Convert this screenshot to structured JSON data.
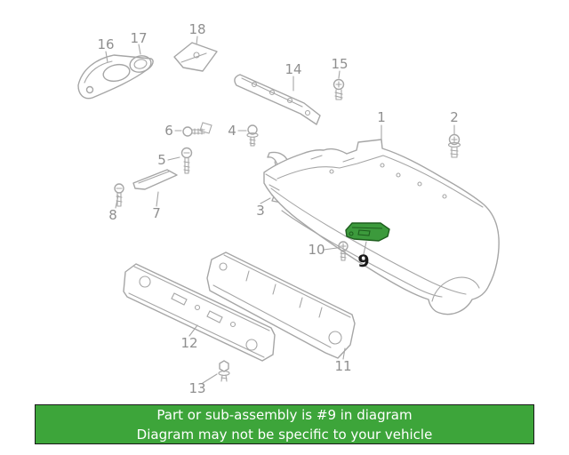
{
  "banner": {
    "line1": "Part or sub-assembly is #9 in diagram",
    "line2": "Diagram may not be specific to your vehicle"
  },
  "diagram": {
    "highlighted_part": "9",
    "labels": [
      {
        "part": "1",
        "text": "1"
      },
      {
        "part": "2",
        "text": "2"
      },
      {
        "part": "3",
        "text": "3"
      },
      {
        "part": "4",
        "text": "4"
      },
      {
        "part": "5",
        "text": "5"
      },
      {
        "part": "6",
        "text": "6"
      },
      {
        "part": "7",
        "text": "7"
      },
      {
        "part": "8",
        "text": "8"
      },
      {
        "part": "9",
        "text": "9"
      },
      {
        "part": "10",
        "text": "10"
      },
      {
        "part": "11",
        "text": "11"
      },
      {
        "part": "12",
        "text": "12"
      },
      {
        "part": "13",
        "text": "13"
      },
      {
        "part": "14",
        "text": "14"
      },
      {
        "part": "15",
        "text": "15"
      },
      {
        "part": "16",
        "text": "16"
      },
      {
        "part": "17",
        "text": "17"
      },
      {
        "part": "18",
        "text": "18"
      }
    ]
  },
  "colors": {
    "line_color": "#a6a6a6",
    "label_color": "#8f8f8f",
    "highlight_fill": "#3c9a3c",
    "highlight_stroke": "#1e5e1e",
    "banner_bg": "#3da53a",
    "banner_text": "#ffffff",
    "banner_border": "#1a1a1a"
  }
}
